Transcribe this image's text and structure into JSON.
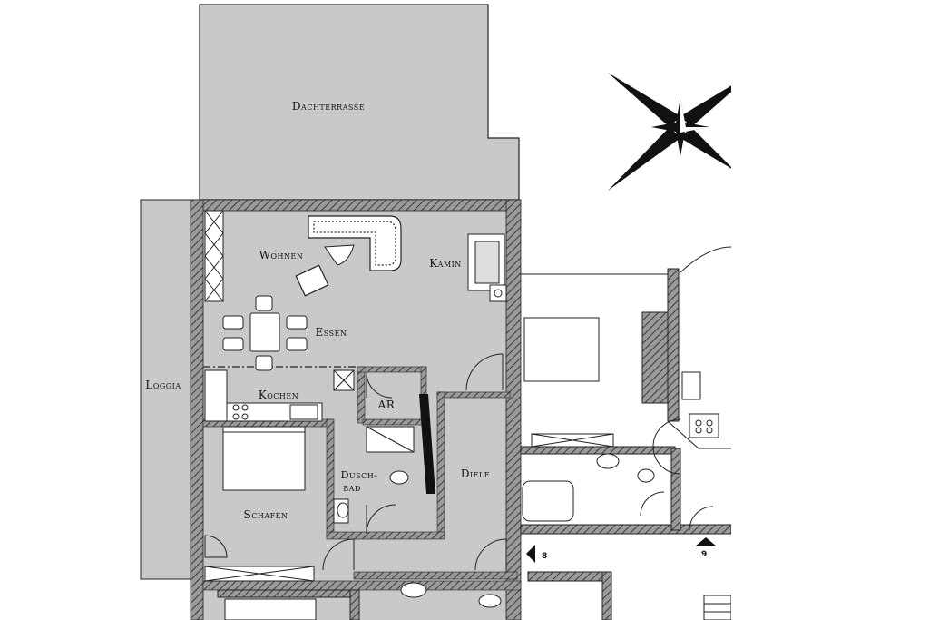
{
  "rooms": {
    "dachterrasse": "Dachterrasse",
    "wohnen": "Wohnen",
    "kamin": "Kamin",
    "essen": "Essen",
    "loggia": "Loggia",
    "kochen": "Kochen",
    "ar": "AR",
    "dusch": "Dusch-",
    "bad": "bad",
    "diele": "Diele",
    "schafen": "Schafen"
  },
  "markers": {
    "left": "8",
    "right": "9"
  },
  "colors": {
    "room_fill": "#c9c9c9",
    "wall": "#3a3a3a",
    "hatch": "#7a7a7a",
    "line": "#222222"
  },
  "icons": {
    "compass": "compass-rose-icon"
  }
}
